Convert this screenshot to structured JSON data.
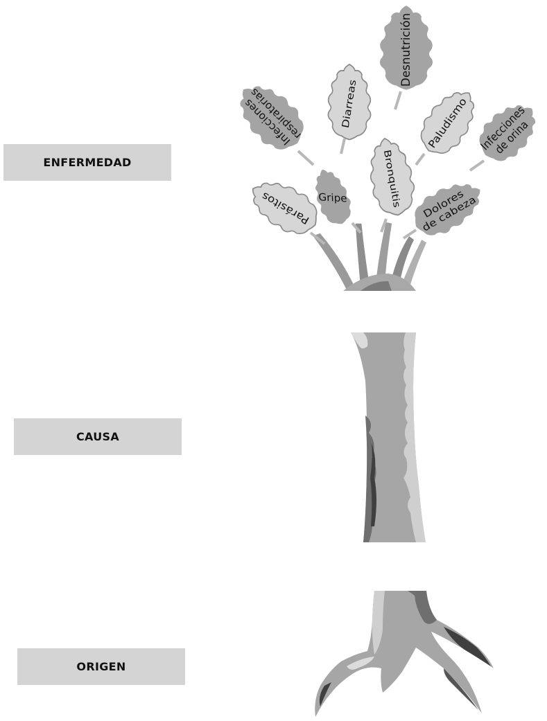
{
  "labels": {
    "disease": "ENFERMEDAD",
    "cause": "CAUSA",
    "origin": "ORIGEN"
  },
  "leaves": [
    {
      "id": "desnutricion",
      "lines": [
        "Desnutrición"
      ]
    },
    {
      "id": "diarreas",
      "lines": [
        "Diarreas"
      ]
    },
    {
      "id": "infecciones-respiratorias",
      "lines": [
        "Infecciones",
        "respiratorias"
      ]
    },
    {
      "id": "paludismo",
      "lines": [
        "Paludismo"
      ]
    },
    {
      "id": "infecciones-orina",
      "lines": [
        "Infecciones",
        "de orina"
      ]
    },
    {
      "id": "bronquitis",
      "lines": [
        "Bronquitis"
      ]
    },
    {
      "id": "gripe",
      "lines": [
        "Gripe"
      ]
    },
    {
      "id": "parasitos",
      "lines": [
        "Parásitos"
      ]
    },
    {
      "id": "dolores-cabeza",
      "lines": [
        "Dolores",
        "de cabeza"
      ]
    }
  ],
  "colors": {
    "label_bg": "#d4d4d4",
    "leaf_light": "#d6d6d6",
    "leaf_dark": "#a4a4a4",
    "trunk": "#a6a6a6",
    "trunk_light": "#cfcfcf",
    "trunk_dark": "#6f6f6f"
  }
}
